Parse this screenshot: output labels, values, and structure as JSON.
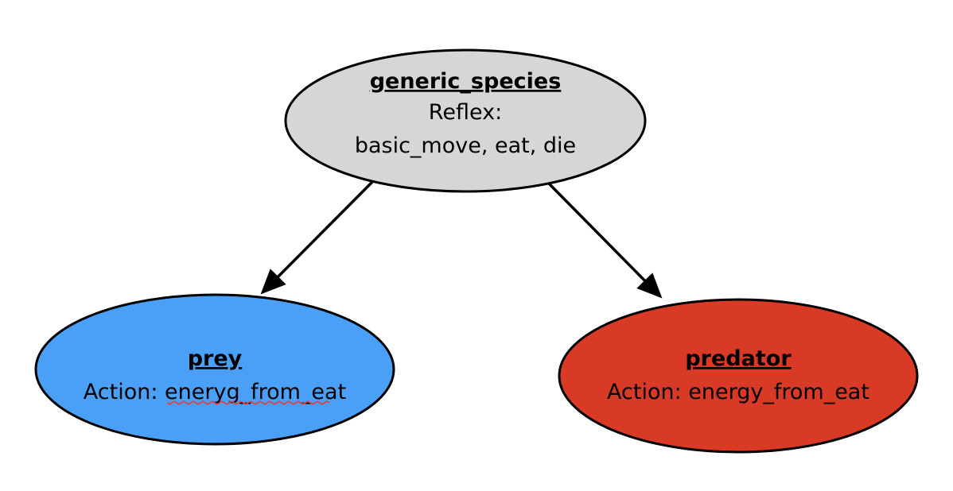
{
  "colors": {
    "generic_fill": "#d6d6d6",
    "prey_fill": "#4aa0f7",
    "predator_fill": "#d93a26",
    "outline": "#000000",
    "spell_underline": "#e04040"
  },
  "nodes": {
    "generic": {
      "title": "generic_species",
      "line1": "Reflex:",
      "line2": "basic_move, eat, die"
    },
    "prey": {
      "title": "prey",
      "action_prefix": "Action: ",
      "action_value": "eneryg_from_eat"
    },
    "predator": {
      "title": "predator",
      "line1": "Action: energy_from_eat"
    }
  },
  "edges": [
    {
      "from": "generic_species",
      "to": "prey"
    },
    {
      "from": "generic_species",
      "to": "predator"
    }
  ]
}
